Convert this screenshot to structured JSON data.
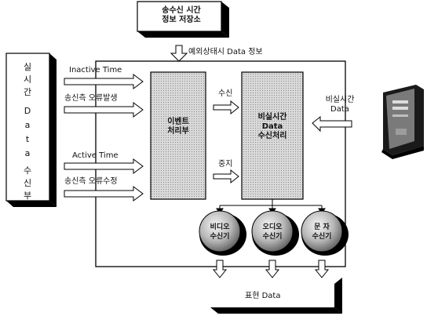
{
  "top_store": "송수신 시간\n정보 저장소",
  "exception_info": "예외상태시 Data 정보",
  "left_vertical": [
    "실",
    "시",
    "간",
    "D",
    "a",
    "t",
    "a",
    "수",
    "신",
    "부"
  ],
  "inactive_time": "Inactive Time",
  "sender_error": "송신측 오류발생",
  "active_time": "Active Time",
  "sender_fix": "송신측 오류수정",
  "event_block": "이벤트\n처리부",
  "receive": "수신",
  "stop": "중지",
  "nonrt_block": "비실시간\nData\n수신처리",
  "nonrt_data_label": "비실시간\nData",
  "video": "비디오\n수신기",
  "audio": "오디오\n수신기",
  "text": "문  자\n수신기",
  "output": "표현  Data"
}
